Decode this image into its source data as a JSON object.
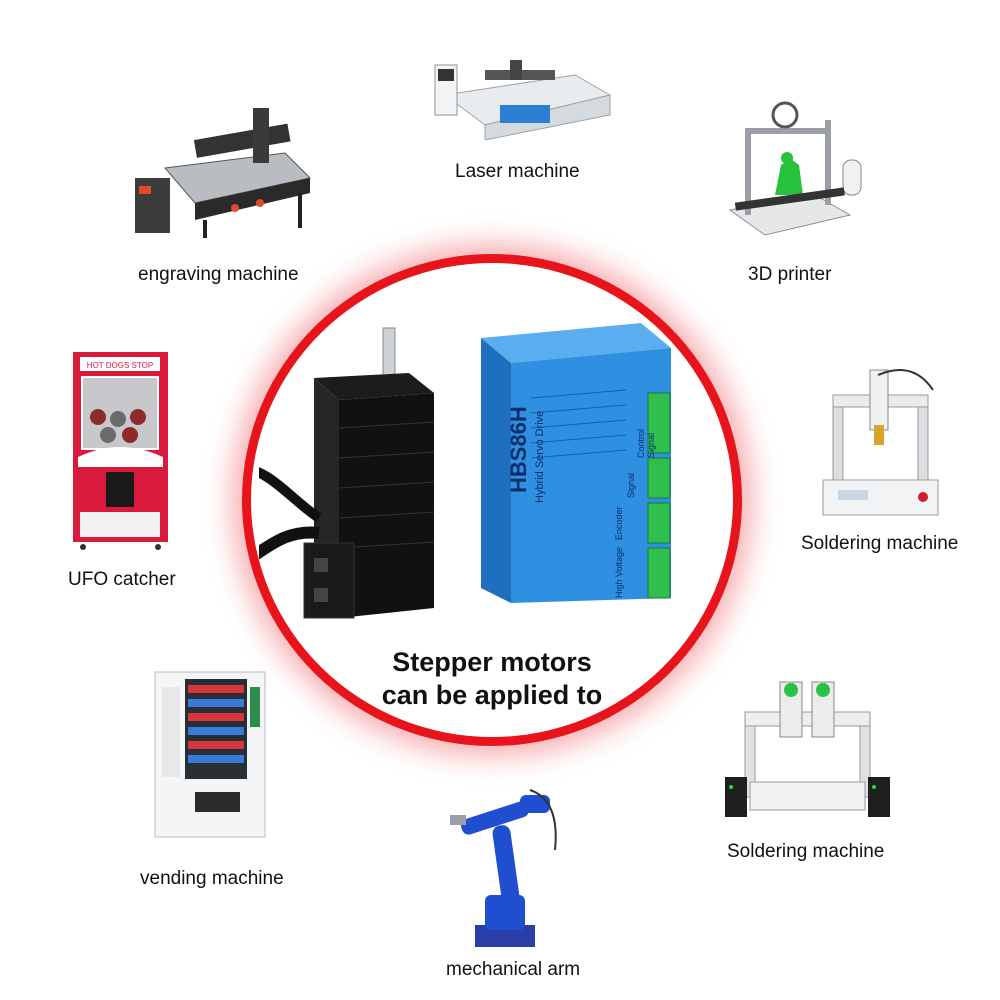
{
  "center": {
    "line1": "Stepper motors",
    "line2": "can be applied to",
    "drive_model": "HBS86H",
    "drive_subtitle": "Hybrid Servo Drive",
    "drive_high_voltage": "High Voltage",
    "drive_encoder": "Encoder",
    "drive_signal": "Signal",
    "drive_control": "Control Signal"
  },
  "applications": [
    {
      "label": "Laser machine",
      "icon": "laser-machine"
    },
    {
      "label": "engraving machine",
      "icon": "engraving-machine"
    },
    {
      "label": "3D printer",
      "icon": "3d-printer"
    },
    {
      "label": "UFO catcher",
      "icon": "ufo-catcher"
    },
    {
      "label": "Soldering machine",
      "icon": "soldering-machine"
    },
    {
      "label": "vending machine",
      "icon": "vending-machine"
    },
    {
      "label": "Soldering machine",
      "icon": "soldering-machine"
    },
    {
      "label": "mechanical arm",
      "icon": "mechanical-arm"
    }
  ],
  "colors": {
    "ring": "#e8141b",
    "drive_blue": "#2f8fe0",
    "robot_blue": "#1f4fd0",
    "terminal_green": "#2fbf4f"
  }
}
